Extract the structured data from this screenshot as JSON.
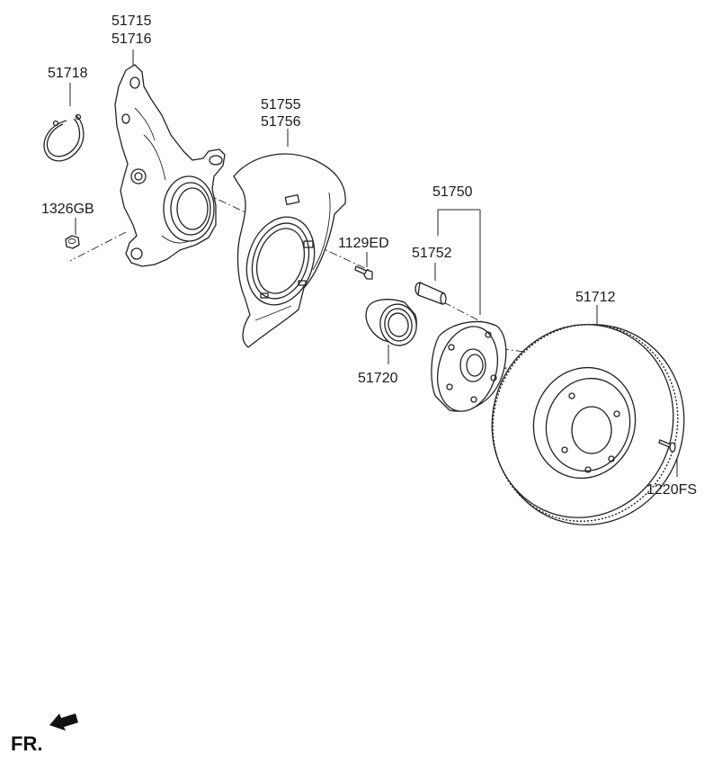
{
  "labels": {
    "knuckle_upper": "51715",
    "knuckle_lower": "51716",
    "snap_ring": "51718",
    "nut": "1326GB",
    "dust_cover_upper": "51755",
    "dust_cover_lower": "51756",
    "bolt": "1129ED",
    "hub_assy": "51750",
    "hub_bolt": "51752",
    "bearing": "51720",
    "disc": "51712",
    "screw": "1220FS"
  },
  "direction": {
    "text": "FR."
  }
}
